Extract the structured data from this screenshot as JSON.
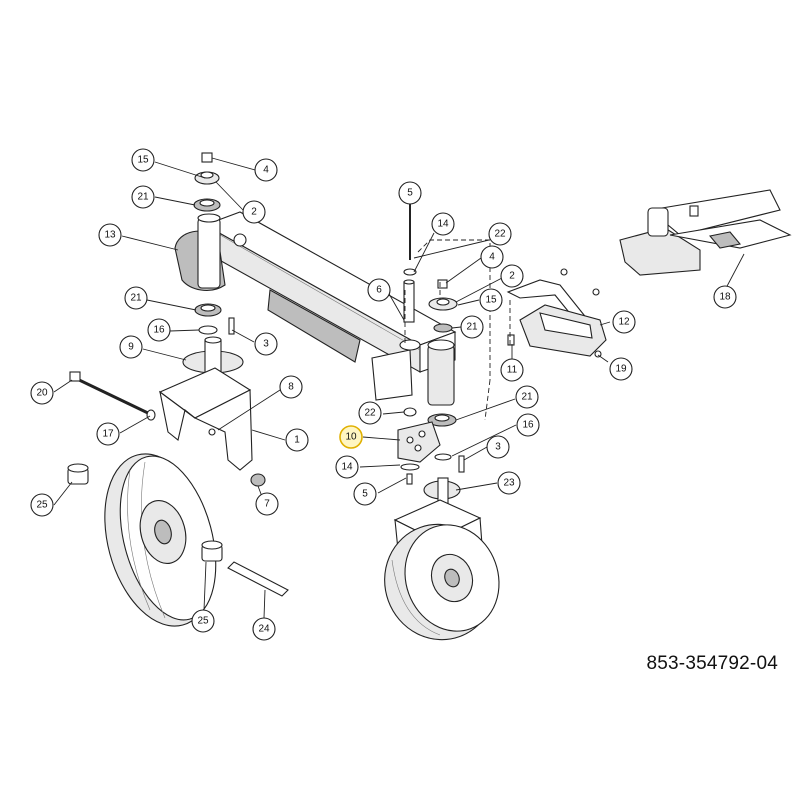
{
  "document_number": "853-354792-04",
  "highlight_color": "#f2c500",
  "callouts": [
    {
      "label": "15"
    },
    {
      "label": "4"
    },
    {
      "label": "21"
    },
    {
      "label": "2"
    },
    {
      "label": "13"
    },
    {
      "label": "5"
    },
    {
      "label": "14"
    },
    {
      "label": "22"
    },
    {
      "label": "4"
    },
    {
      "label": "2"
    },
    {
      "label": "6"
    },
    {
      "label": "15"
    },
    {
      "label": "21"
    },
    {
      "label": "11"
    },
    {
      "label": "21"
    },
    {
      "label": "16"
    },
    {
      "label": "3"
    },
    {
      "label": "9"
    },
    {
      "label": "20"
    },
    {
      "label": "8"
    },
    {
      "label": "17"
    },
    {
      "label": "1"
    },
    {
      "label": "7"
    },
    {
      "label": "25"
    },
    {
      "label": "22"
    },
    {
      "label": "21"
    },
    {
      "label": "10",
      "highlight": true
    },
    {
      "label": "16"
    },
    {
      "label": "14"
    },
    {
      "label": "3"
    },
    {
      "label": "5"
    },
    {
      "label": "23"
    },
    {
      "label": "25"
    },
    {
      "label": "24"
    },
    {
      "label": "12"
    },
    {
      "label": "19"
    },
    {
      "label": "18"
    }
  ]
}
